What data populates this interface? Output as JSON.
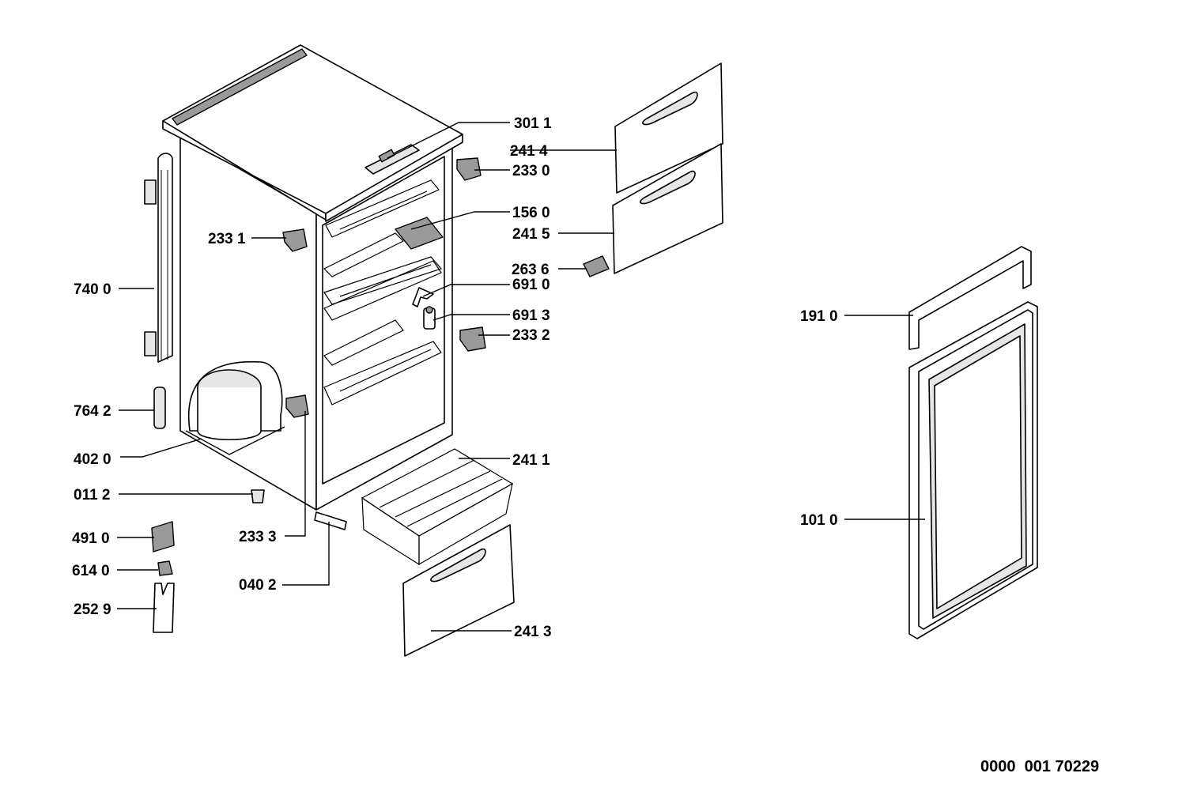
{
  "labels": {
    "l3011": "301 1",
    "l2414": "241 4",
    "l2330": "233 0",
    "l1560": "156 0",
    "l2415": "241 5",
    "l2331": "233 1",
    "l2636": "263 6",
    "l6910": "691 0",
    "l7400": "740 0",
    "l6913": "691 3",
    "l2332": "233 2",
    "l1910": "191 0",
    "l7642": "764 2",
    "l4020": "402 0",
    "l2411": "241 1",
    "l0112": "011 2",
    "l1010": "101 0",
    "l2333": "233 3",
    "l4910": "491 0",
    "l6140": "614 0",
    "l0402": "040 2",
    "l2529": "252 9",
    "l2413": "241 3"
  },
  "document_number": "0000  001 70229"
}
